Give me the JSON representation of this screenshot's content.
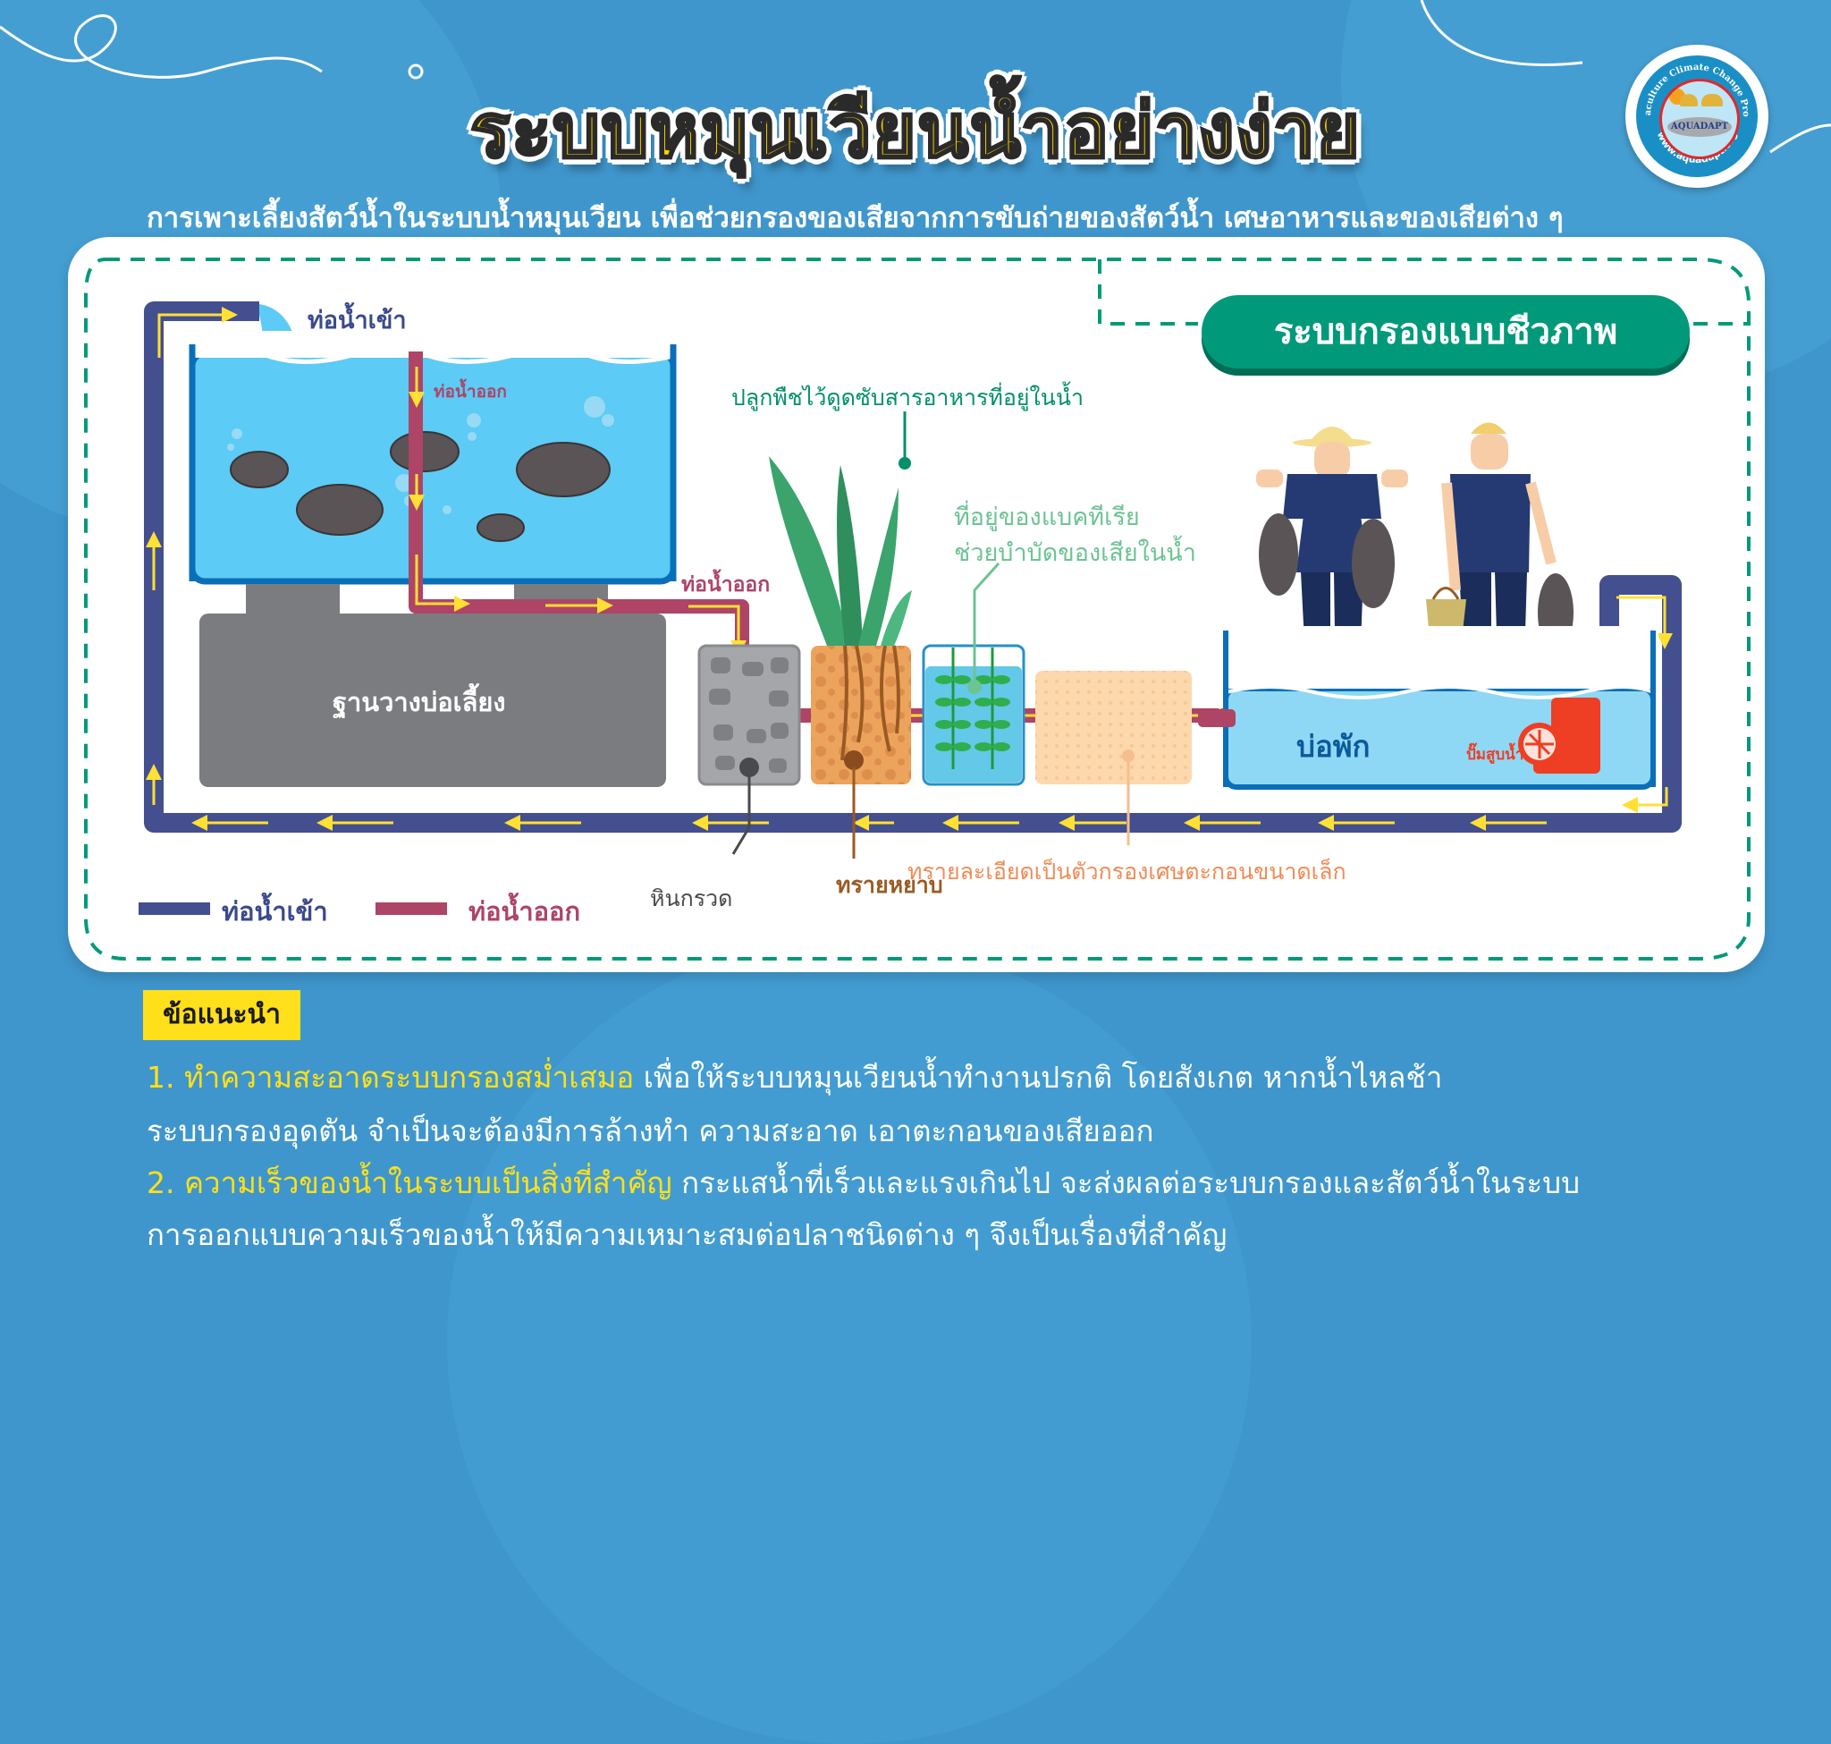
{
  "header": {
    "title": "ระบบหมุนเวียนน้ำอย่างง่าย",
    "subtitle": "การเพาะเลี้ยงสัตว์น้ำในระบบน้ำหมุนเวียน เพื่อช่วยกรองของเสียจากการขับถ่ายของสัตว์น้ำ เศษอาหารและของเสียต่าง ๆ"
  },
  "logo": {
    "ring_text_top": "Aquaculture Climate Change Project",
    "ring_text_bottom": "www.aquadapt.org",
    "center_text": "AQUADAPT"
  },
  "diagram": {
    "inlet_pipe_label": "ท่อน้ำเข้า",
    "tank_outlet_label": "ท่อน้ำออก",
    "outlet_pipe_label": "ท่อน้ำออก",
    "base_label": "ฐานวางบ่อเลี้ยง",
    "biofilter_badge": "ระบบกรองแบบชีวภาพ",
    "plant_label": "ปลูกพืชไว้ดูดซับสารอาหารที่อยู่ในน้ำ",
    "bacteria_label_line1": "ที่อยู่ของแบคทีเรีย",
    "bacteria_label_line2": "ช่วยบำบัดของเสียในน้ำ",
    "gravel_label": "หินกรวด",
    "coarse_sand_label": "ทรายหยาบ",
    "fine_sand_label": "ทรายละเอียดเป็นตัวกรองเศษตะกอนขนาดเล็ก",
    "sump_label": "บ่อพัก",
    "pump_label": "ปั๊มสูบน้ำ"
  },
  "legend": {
    "items": [
      {
        "label": "ท่อน้ำเข้า",
        "color": "#434f8f"
      },
      {
        "label": "ท่อน้ำออก",
        "color": "#ae4466"
      }
    ]
  },
  "advice": {
    "heading": "ข้อแนะนำ",
    "items": [
      {
        "highlight": "1. ทำความสะอาดระบบกรองสม่ำเสมอ",
        "line1_rest": " เพื่อให้ระบบหมุนเวียนน้ำทำงานปรกติ  โดยสังเกต หากน้ำไหลช้า",
        "line2": "ระบบกรองอุดตัน จำเป็นจะต้องมีการล้างทำ ความสะอาด เอาตะกอนของเสียออก"
      },
      {
        "highlight": "2. ความเร็วของน้ำในระบบเป็นสิ่งที่สำคัญ",
        "line1_rest": " กระแสน้ำที่เร็วและแรงเกินไป จะส่งผลต่อระบบกรองและสัตว์น้ำในระบบ",
        "line2": "การออกแบบความเร็วของน้ำให้มีความเหมาะสมต่อปลาชนิดต่าง ๆ จึงเป็นเรื่องที่สำคัญ"
      }
    ]
  },
  "colors": {
    "background": "#3f96cc",
    "title_yellow": "#ffd400",
    "inlet_pipe": "#434f8f",
    "outlet_pipe": "#ae4466",
    "flow_arrow": "#ffe033",
    "biofilter_green": "#009a7a",
    "tank_water": "#5ccbf5",
    "tank_border": "#0a6fb8",
    "base_gray": "#7b7c80",
    "pump_red": "#ee3e23"
  }
}
